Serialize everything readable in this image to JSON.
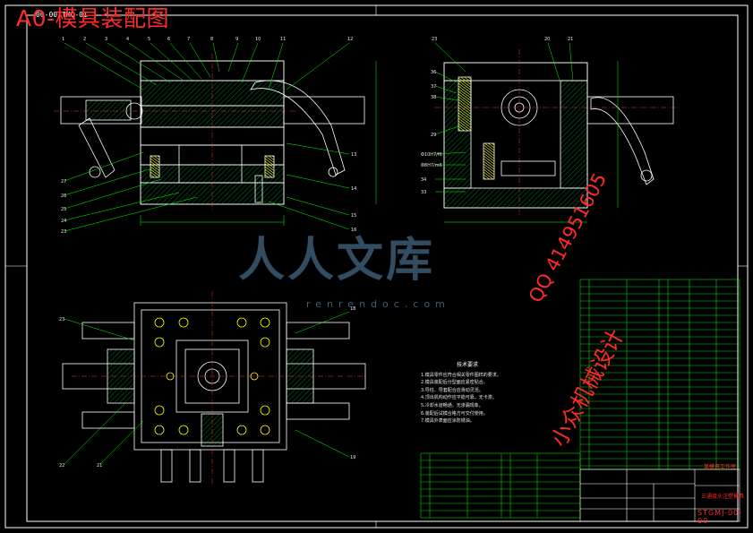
{
  "overlay_title": "A0-模具装配图",
  "drawing_number_top": "00-00-TMQ-01",
  "watermark": {
    "main": "人人文库",
    "sub": "renrendoc.com"
  },
  "contact_lines": [
    "QQ 414951605",
    "小众机械设计"
  ],
  "title_block": {
    "company": "某模具工作室",
    "drawing_name": "三通接头注塑模具",
    "drawing_no": "STGMJ-00-00"
  },
  "tech_requirements": {
    "heading": "技术要求",
    "lines": [
      "1.模具零件应符合相关零件图样的要求。",
      "2.模具装配后分型面应紧密贴合。",
      "3.导柱、导套配合应滑动灵活。",
      "4.顶出机构动作应平稳可靠，无卡滞。",
      "5.冷却水道畅通，无渗漏现象。",
      "6.装配后试模合格方可交付使用。",
      "7.模具外表面应涂防锈油。"
    ]
  },
  "colors": {
    "outline": "#ffffff",
    "hatch": "#00ff00",
    "centerline": "#ff3030",
    "dimension": "#00ff00",
    "leader": "#00ff00",
    "yellow": "#ffff00",
    "red_overlay": "#ff2a2a",
    "cyan": "#00c8ff"
  }
}
